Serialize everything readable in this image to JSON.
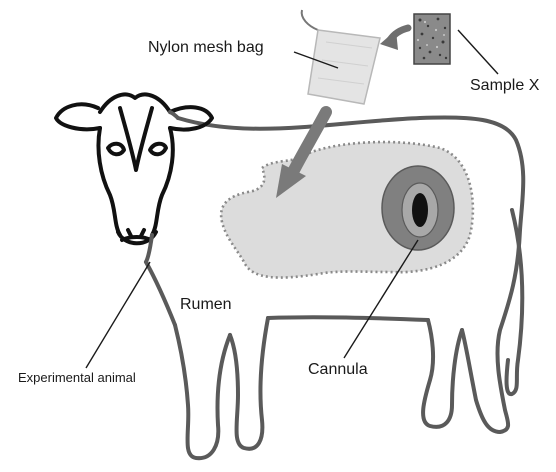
{
  "labels": {
    "nylon_mesh_bag": "Nylon mesh bag",
    "sample_x": "Sample X",
    "rumen": "Rumen",
    "cannula": "Cannula",
    "experimental_animal": "Experimental animal"
  },
  "colors": {
    "outline": "#5a5a5a",
    "head_ink": "#111111",
    "rumen_fill": "#dcdcdc",
    "rumen_border": "#8a8a8a",
    "cannula_outer": "#808080",
    "cannula_inner": "#a8a8a8",
    "cannula_hole": "#111111",
    "bag_fill": "#e4e4e4",
    "arrow": "#6f6f6f",
    "text": "#1a1a1a"
  }
}
